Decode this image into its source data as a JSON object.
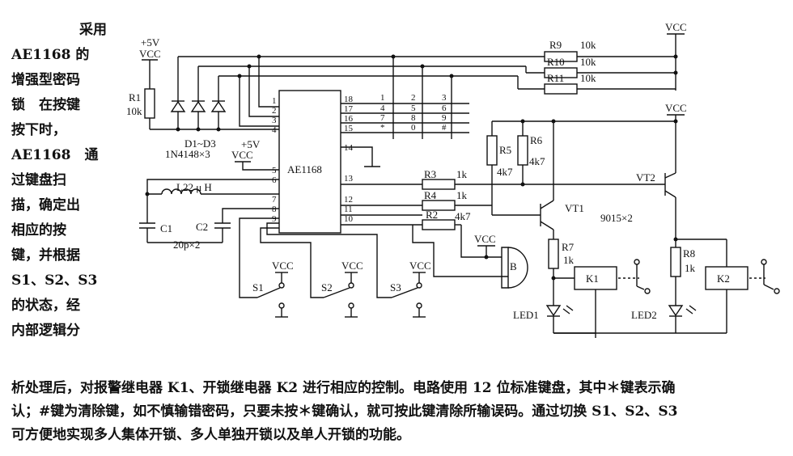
{
  "left_text": [
    "采用",
    "AE1168 的",
    "增强型密码",
    "锁　在按键",
    "按下时，",
    "AE1168　通",
    "过键盘扫",
    "描，确定出",
    "相应的按",
    "键，并根据",
    "S1、S2、S3",
    "的状态，经",
    "内部逻辑分"
  ],
  "bottom_text": [
    "析处理后，对报警继电器 K1、开锁继电器 K2 进行相应的控制。电路使用 12 位标准键盘，其中＊键表示确",
    "认；#键为清除键，如不慎输错密码，只要未按＊键确认，就可按此键清除所输误码。通过切换 S1、S2、S3",
    "可方便地实现多人集体开锁、多人单独开锁以及单人开锁的功能。"
  ],
  "labels": {
    "plus5v": "+5V",
    "vcc": "VCC",
    "r1": "R1",
    "r1_val": "10k",
    "diodes": "D1~D3",
    "diodes_part": "1N4148×3",
    "r9": "R9",
    "r10": "R10",
    "r11": "R11",
    "r_10k": "10k",
    "ic": "AE1168",
    "inductor": "L22 μ H",
    "c1": "C1",
    "c2": "C2",
    "caps": "20p×2",
    "r3": "R3",
    "r4": "R4",
    "r2": "R2",
    "r_1k": "1k",
    "r_4k7": "4k7",
    "r5": "R5",
    "r6": "R6",
    "r7": "R7",
    "r8": "R8",
    "vt1": "VT1",
    "vt2": "VT2",
    "transistors": "9015×2",
    "buzzer": "B",
    "k1": "K1",
    "k2": "K2",
    "led1": "LED1",
    "led2": "LED2",
    "s1": "S1",
    "s2": "S2",
    "s3": "S3",
    "pin_left": [
      "1",
      "2",
      "3",
      "4",
      "5",
      "6",
      "7",
      "8",
      "9"
    ],
    "pin_right": [
      "18",
      "17",
      "16",
      "15",
      "14",
      "13",
      "12",
      "11",
      "10"
    ],
    "keys": [
      "1",
      "2",
      "3",
      "4",
      "5",
      "6",
      "7",
      "8",
      "9",
      "*",
      "0",
      "#"
    ]
  }
}
